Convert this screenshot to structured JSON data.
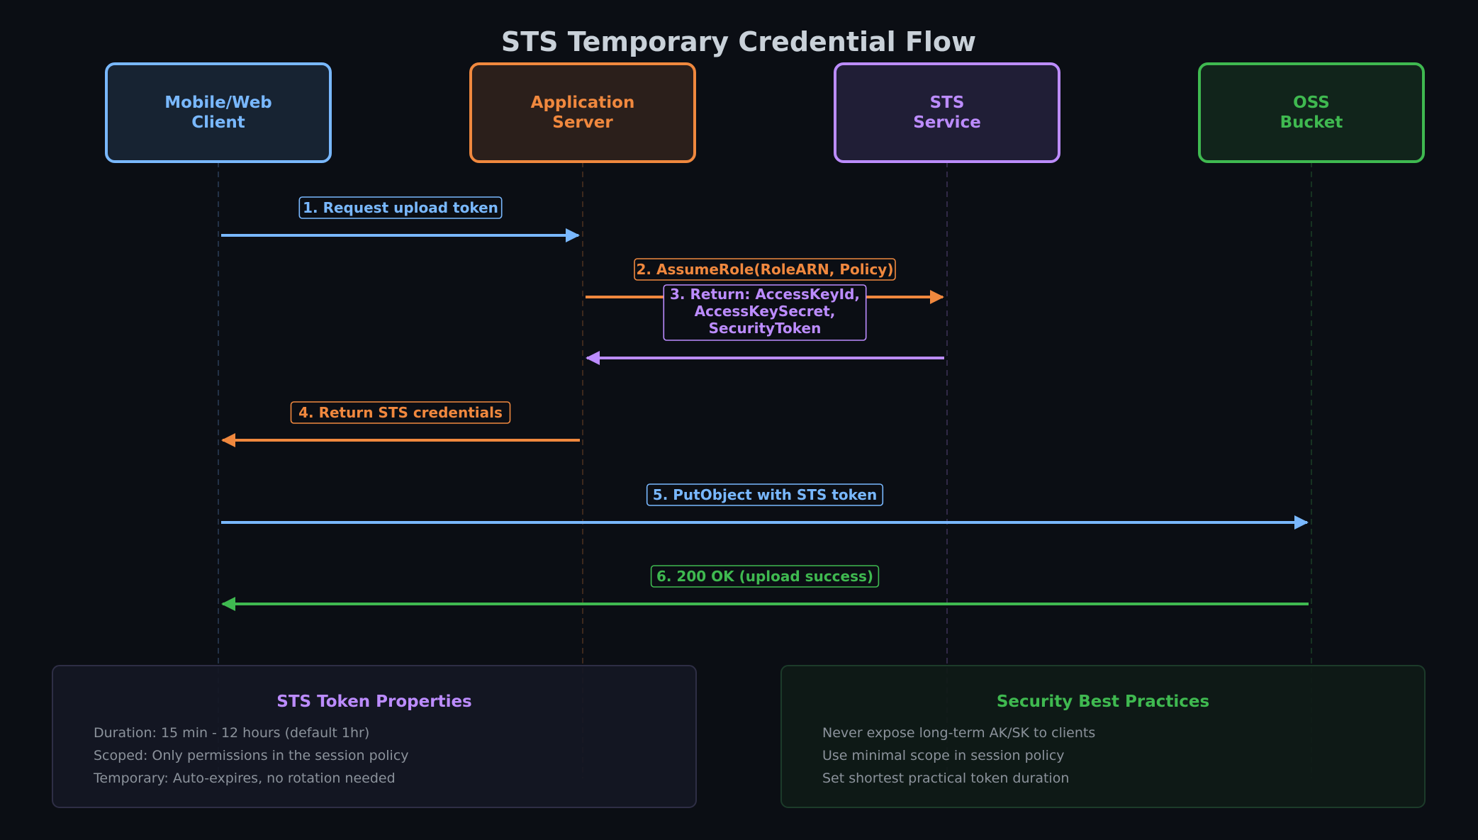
{
  "title": "STS Temporary Credential Flow",
  "colors": {
    "background": "#0b0e14",
    "client": "#79b8ff",
    "server": "#f0883e",
    "sts": "#bc8cff",
    "oss": "#3fb950",
    "muted_text": "#8b929b"
  },
  "actors": [
    {
      "id": "client",
      "lines": [
        "Mobile/Web",
        "Client"
      ],
      "color": "#79b8ff",
      "fill": "#172332"
    },
    {
      "id": "server",
      "lines": [
        "Application",
        "Server"
      ],
      "color": "#f0883e",
      "fill": "#2b1f1b"
    },
    {
      "id": "sts",
      "lines": [
        "STS",
        "Service"
      ],
      "color": "#bc8cff",
      "fill": "#201e36"
    },
    {
      "id": "oss",
      "lines": [
        "OSS",
        "Bucket"
      ],
      "color": "#3fb950",
      "fill": "#11241b"
    }
  ],
  "messages": [
    {
      "from": "client",
      "to": "server",
      "label_lines": [
        "1. Request upload token"
      ],
      "color": "#79b8ff"
    },
    {
      "from": "server",
      "to": "sts",
      "label_lines": [
        "2. AssumeRole(RoleARN, Policy)"
      ],
      "color": "#f0883e"
    },
    {
      "from": "sts",
      "to": "server",
      "label_lines": [
        "3. Return: AccessKeyId,",
        "AccessKeySecret,",
        "SecurityToken"
      ],
      "color": "#bc8cff"
    },
    {
      "from": "server",
      "to": "client",
      "label_lines": [
        "4. Return STS credentials"
      ],
      "color": "#f0883e"
    },
    {
      "from": "client",
      "to": "oss",
      "label_lines": [
        "5. PutObject with STS token"
      ],
      "color": "#79b8ff"
    },
    {
      "from": "oss",
      "to": "client",
      "label_lines": [
        "6. 200 OK (upload success)"
      ],
      "color": "#3fb950"
    }
  ],
  "notes": [
    {
      "title": "STS Token Properties",
      "color": "#bc8cff",
      "fill": "#151724",
      "border": "#2e2e45",
      "lines": [
        "Duration: 15 min - 12 hours (default 1hr)",
        "Scoped: Only permissions in the session policy",
        "Temporary: Auto-expires, no rotation needed"
      ]
    },
    {
      "title": "Security Best Practices",
      "color": "#3fb950",
      "fill": "#0f1a17",
      "border": "#1c3b2a",
      "lines": [
        "Never expose long-term AK/SK to clients",
        "Use minimal scope in session policy",
        "Set shortest practical token duration"
      ]
    }
  ]
}
